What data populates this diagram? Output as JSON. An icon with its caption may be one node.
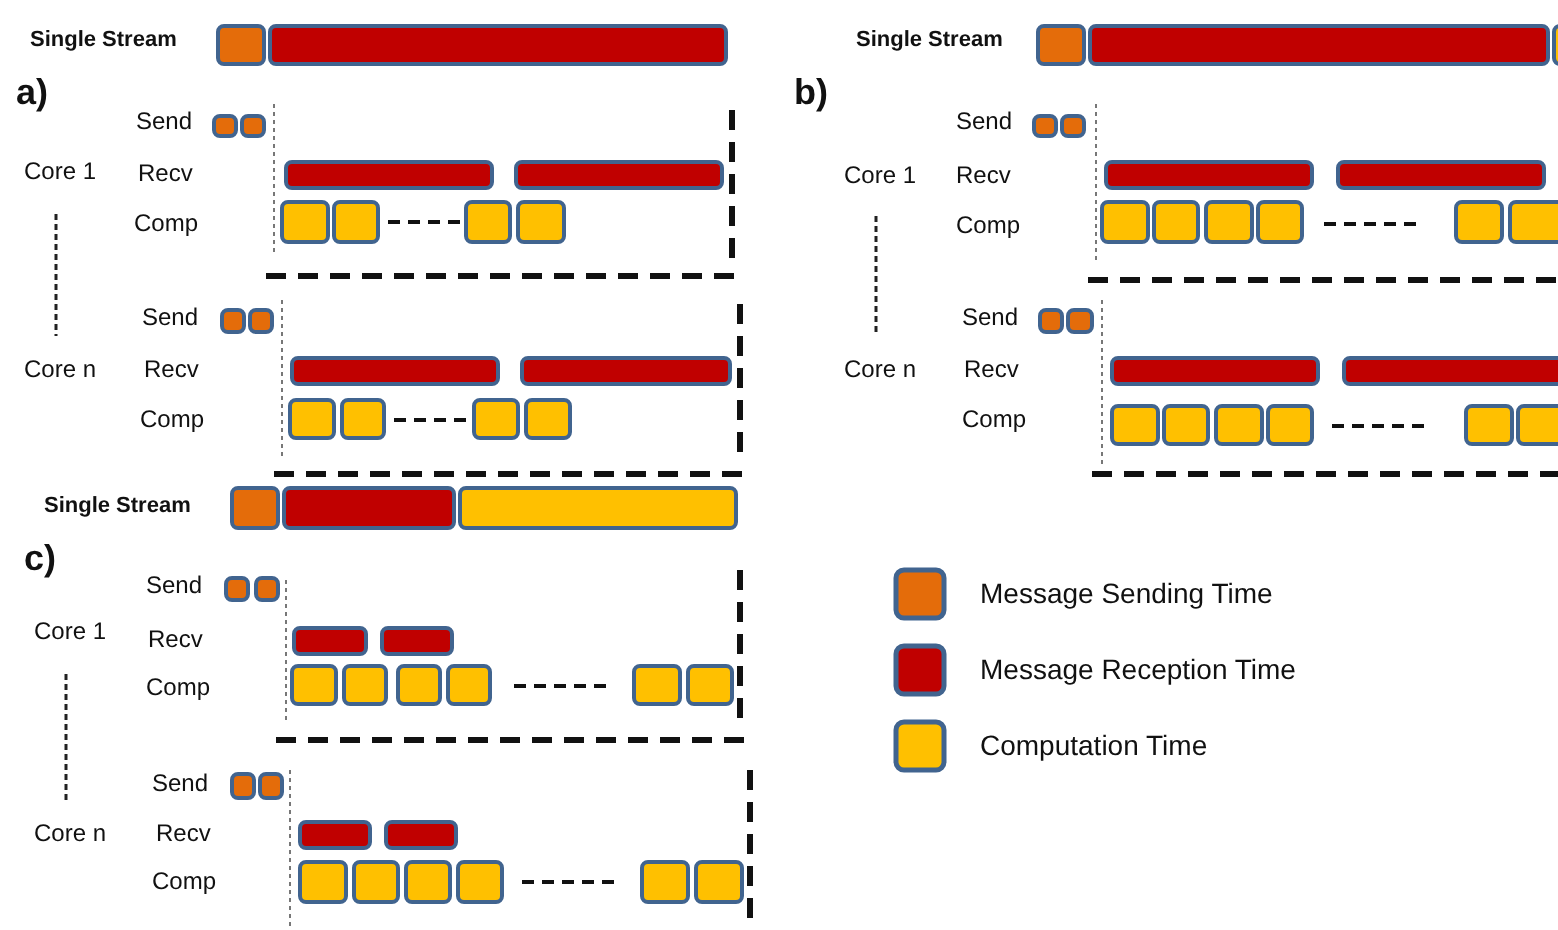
{
  "diagram": {
    "labels": [
      "Single Stream",
      "a)",
      "Send",
      "Core 1",
      "Recv",
      "Comp",
      "Send",
      "Core n",
      "Recv",
      "Comp",
      "Single Stream",
      "b)",
      "Send",
      "Core 1",
      "Recv",
      "Comp",
      "Send",
      "Core n",
      "Recv",
      "Comp",
      "Single Stream",
      "c)",
      "Send",
      "Core 1",
      "Recv",
      "Comp",
      "Send",
      "Core n",
      "Recv",
      "Comp"
    ],
    "legend": [
      {
        "text": "Message Sending Time",
        "color": "#e46c0a"
      },
      {
        "text": "Message Reception Time",
        "color": "#c00000"
      },
      {
        "text": "Computation Time",
        "color": "#ffc000"
      }
    ]
  }
}
